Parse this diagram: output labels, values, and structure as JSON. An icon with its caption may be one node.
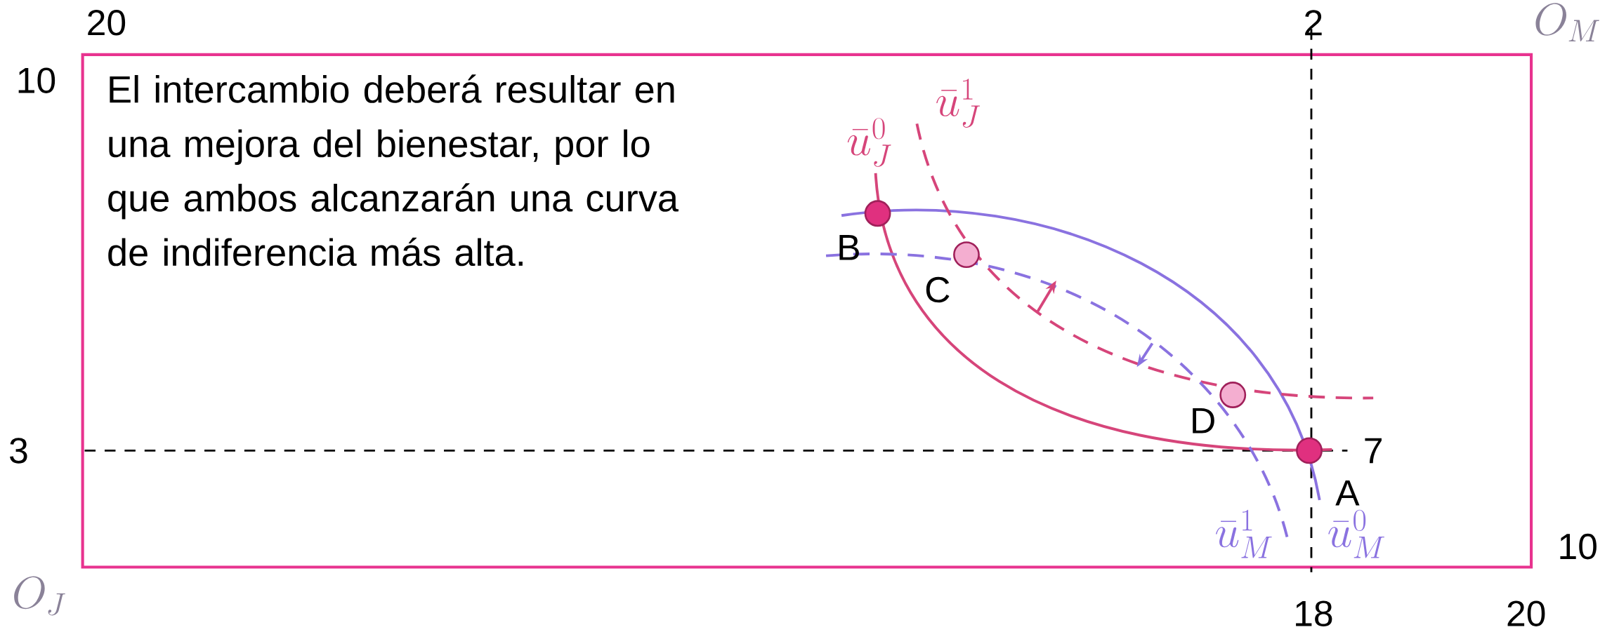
{
  "diagram": {
    "nodes": [
      {
        "text": [],
        "shape": "circle",
        "beside": [
          "B"
        ]
      },
      {
        "text": [],
        "shape": "circle",
        "beside": [
          "C"
        ]
      },
      {
        "text": [],
        "shape": "circle",
        "beside": [
          "D"
        ]
      },
      {
        "text": [],
        "shape": "circle",
        "beside": [
          "A"
        ]
      }
    ],
    "labels": [
      "20",
      "2",
      "O_M",
      "10",
      "El intercambio deberá resultar en una mejora del bienestar, por lo que ambos alcanzarán una curva de indiferencia más alta.",
      "\\bar{u}_J^1",
      "\\bar{u}_J^0",
      "3",
      "7",
      "\\bar{u}_M^1",
      "\\bar{u}_M^0",
      "10",
      "O_J",
      "18",
      "20"
    ]
  }
}
